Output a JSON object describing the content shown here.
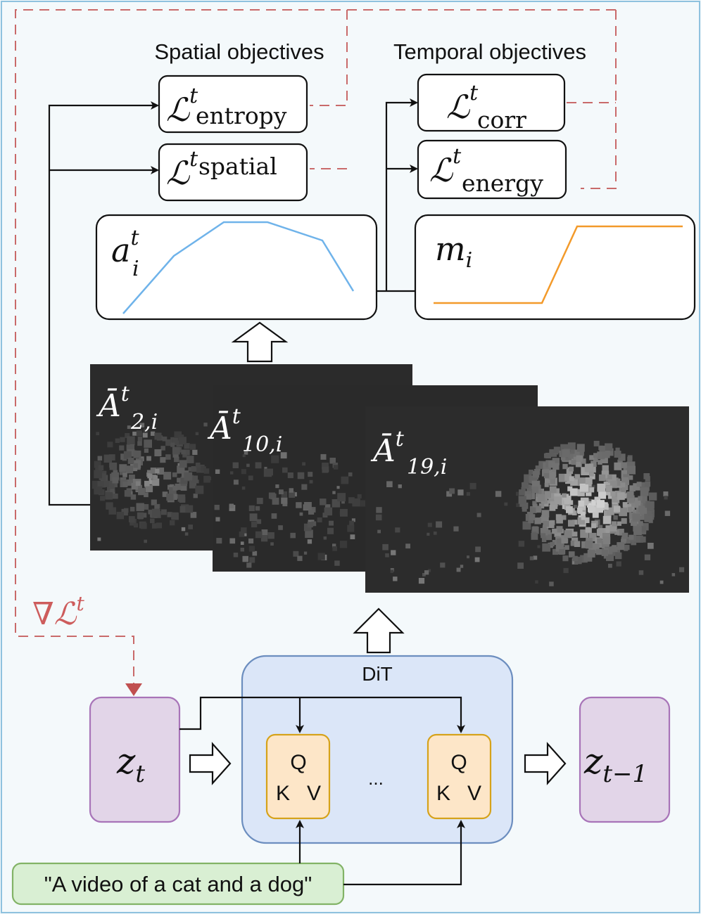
{
  "headings": {
    "spatial": "Spatial objectives",
    "temporal": "Temporal objectives"
  },
  "losses": {
    "entropy": {
      "symbol": "ℒ",
      "sup": "t",
      "sub": "entropy"
    },
    "spatial": {
      "symbol": "ℒ",
      "sup": "t",
      "sub": "spatial"
    },
    "corr": {
      "symbol": "ℒ",
      "sup": "t",
      "sub": "corr"
    },
    "energy": {
      "symbol": "ℒ",
      "sup": "t",
      "sub": "energy"
    }
  },
  "curves": {
    "a": {
      "base": "a",
      "sup": "t",
      "sub": "i",
      "color": "#6fb3ea"
    },
    "m": {
      "base": "m",
      "sub": "i",
      "color": "#f39a2a"
    }
  },
  "attention_maps": [
    {
      "base": "Ā",
      "sup": "t",
      "sub": "2,i"
    },
    {
      "base": "Ā",
      "sup": "t",
      "sub": "10,i"
    },
    {
      "base": "Ā",
      "sup": "t",
      "sub": "19,i"
    }
  ],
  "gradient": {
    "nabla": "∇",
    "symbol": "ℒ",
    "sup": "t",
    "color": "#cd5c5c"
  },
  "latents": {
    "input": {
      "base": "z",
      "sub": "t"
    },
    "output": {
      "base": "z",
      "sub": "t−1"
    }
  },
  "dit": {
    "title": "DiT",
    "ellipsis": "...",
    "block_q": "Q",
    "block_k": "K",
    "block_v": "V"
  },
  "prompt": "\"A video of a cat and a dog\"",
  "colors": {
    "background": "#f4f9fb",
    "dashed": "#c96a6a",
    "dit_fill": "#dbe6f8",
    "dit_stroke": "#6c8ebf",
    "qkv_fill": "#fde6c8",
    "qkv_stroke": "#d6a21a",
    "latent_fill": "#e2d5e8",
    "latent_stroke": "#a874b8",
    "prompt_fill": "#d9efd3",
    "prompt_stroke": "#82b366"
  }
}
